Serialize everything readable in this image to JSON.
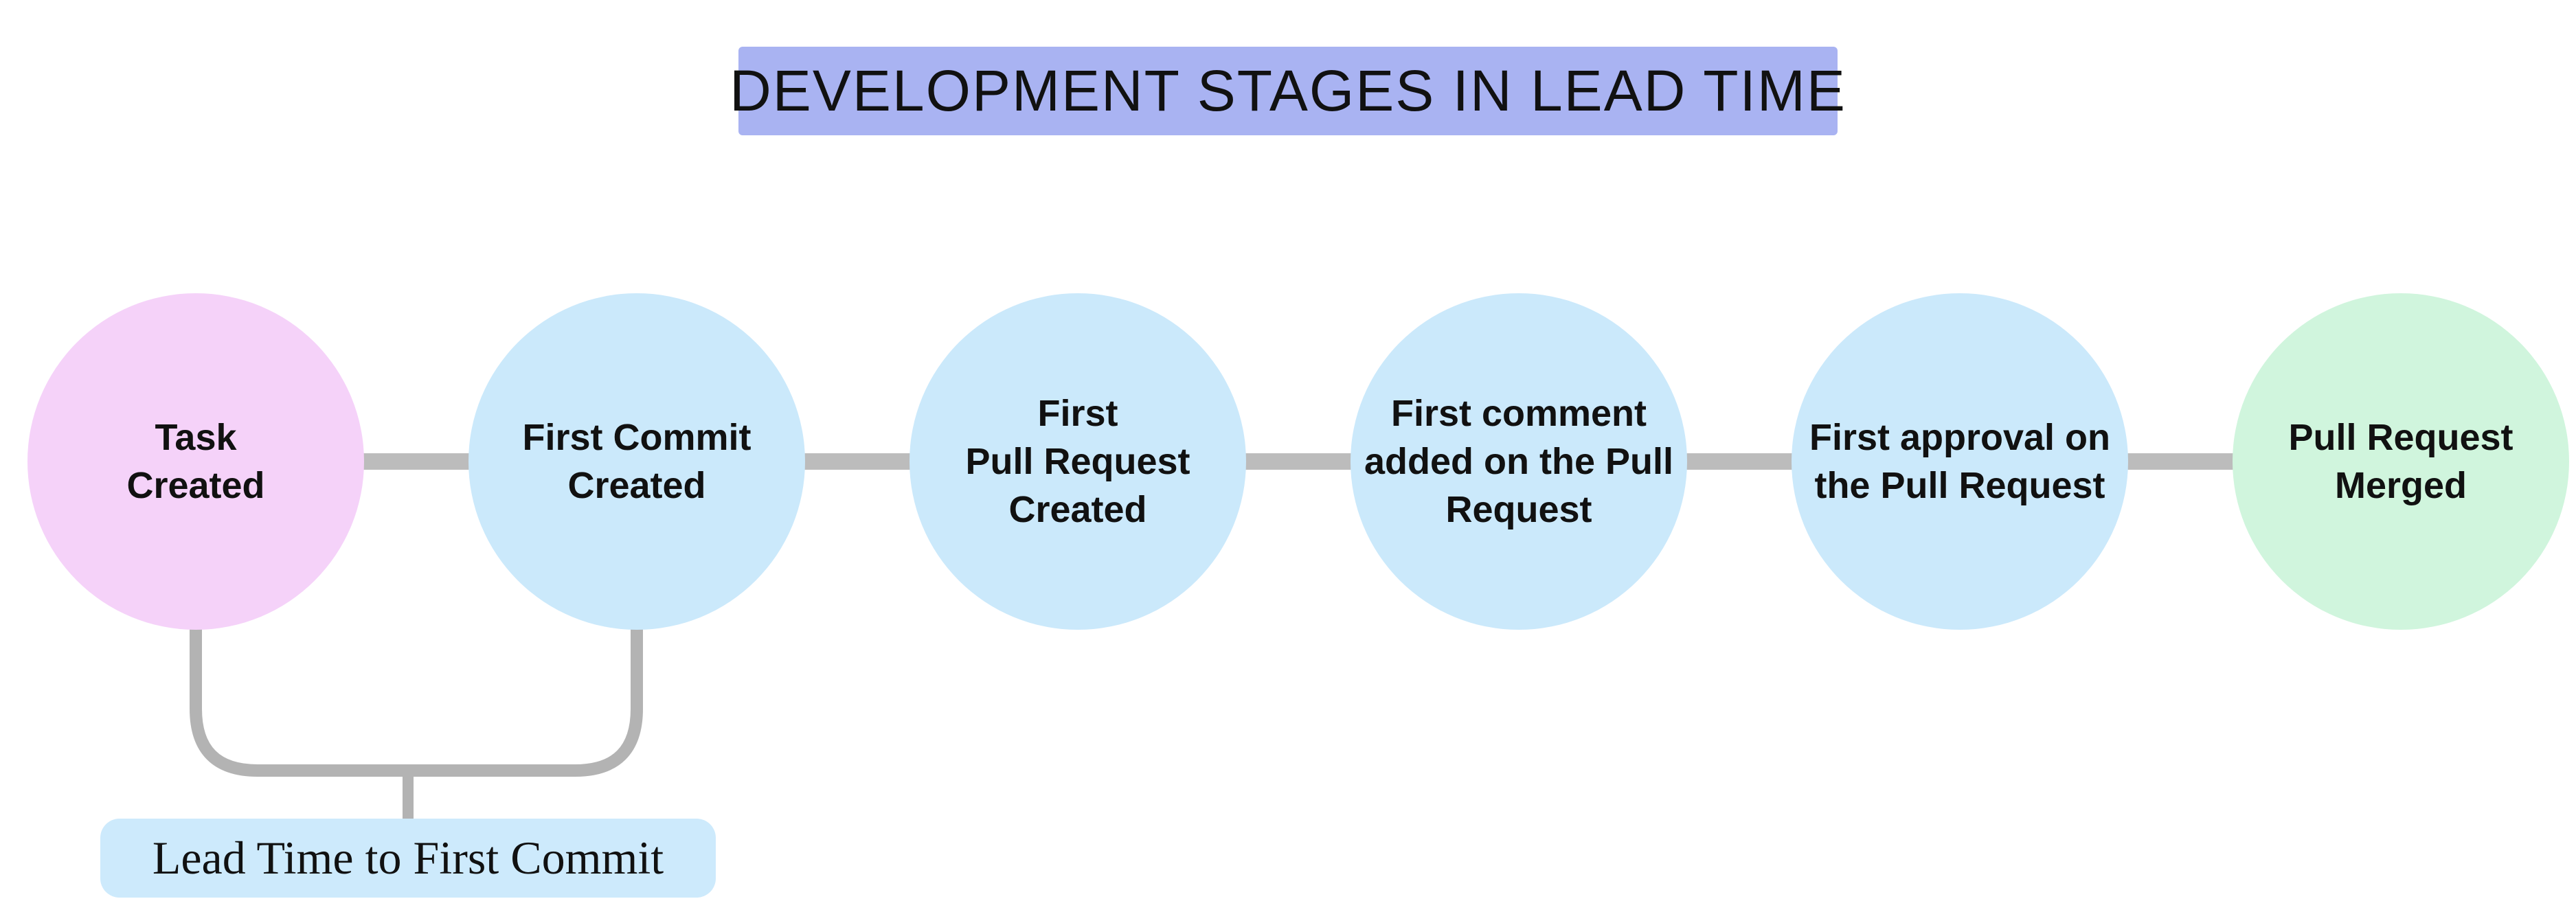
{
  "title": {
    "text": "DEVELOPMENT STAGES IN LEAD TIME",
    "background_color": "#a9b3f2",
    "text_color": "#111111"
  },
  "stages": [
    {
      "label": "Task\nCreated",
      "color": "#f5d2f9",
      "kind": "start"
    },
    {
      "label": "First Commit\nCreated",
      "color": "#cbe9fb",
      "kind": "middle"
    },
    {
      "label": "First\nPull Request\nCreated",
      "color": "#cbe9fb",
      "kind": "middle"
    },
    {
      "label": "First comment\nadded on the Pull\nRequest",
      "color": "#cbe9fb",
      "kind": "middle"
    },
    {
      "label": "First approval on\nthe Pull Request",
      "color": "#cbe9fb",
      "kind": "middle"
    },
    {
      "label": "Pull Request\nMerged",
      "color": "#d0f5dd",
      "kind": "end"
    }
  ],
  "bracket": {
    "label": "Lead Time to First Commit",
    "spans_stages": [
      "Task Created",
      "First Commit Created"
    ],
    "label_background_color": "#cdeafc",
    "line_color": "#b3b3b3"
  },
  "connector_color": "#bcbcbc",
  "background_color": "#ffffff"
}
